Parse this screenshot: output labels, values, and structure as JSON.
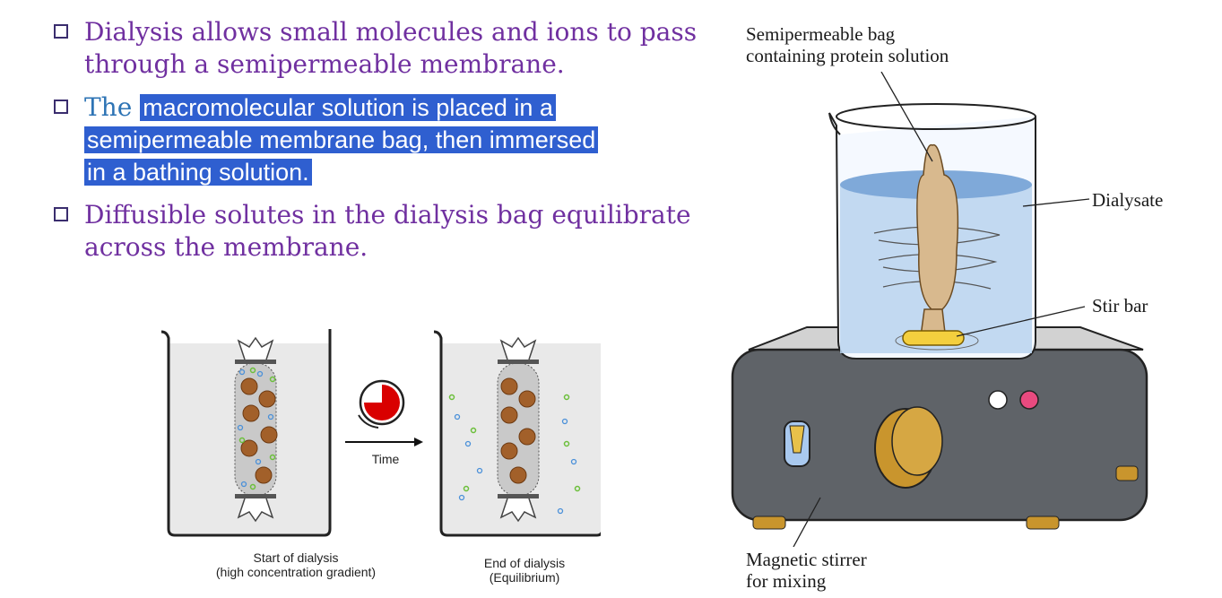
{
  "bullets": [
    {
      "text": "Dialysis allows small molecules and ions to pass through a semipermeable membrane."
    },
    {
      "prefix": "The",
      "highlight_lines": [
        "macromolecular solution is placed in a",
        "semipermeable membrane bag, then immersed",
        "in a bathing solution."
      ]
    },
    {
      "text": "Diffusible solutes in the dialysis bag equilibrate across the membrane."
    }
  ],
  "left_diagram": {
    "time_label": "Time",
    "start_caption": [
      "Start of dialysis",
      "(high concentration gradient)"
    ],
    "end_caption": [
      "End of dialysis",
      "(Equilibrium)"
    ]
  },
  "right_diagram": {
    "bag_label": [
      "Semipermeable bag",
      "containing protein solution"
    ],
    "dialysate_label": "Dialysate",
    "stirbar_label": "Stir bar",
    "stirrer_label": [
      "Magnetic stirrer",
      "for mixing"
    ]
  },
  "colors": {
    "bullet_text": "#7030a0",
    "highlight_bg": "#2f5fd0",
    "solution_blue": "#9fc3e8",
    "clock_red": "#d90000"
  }
}
